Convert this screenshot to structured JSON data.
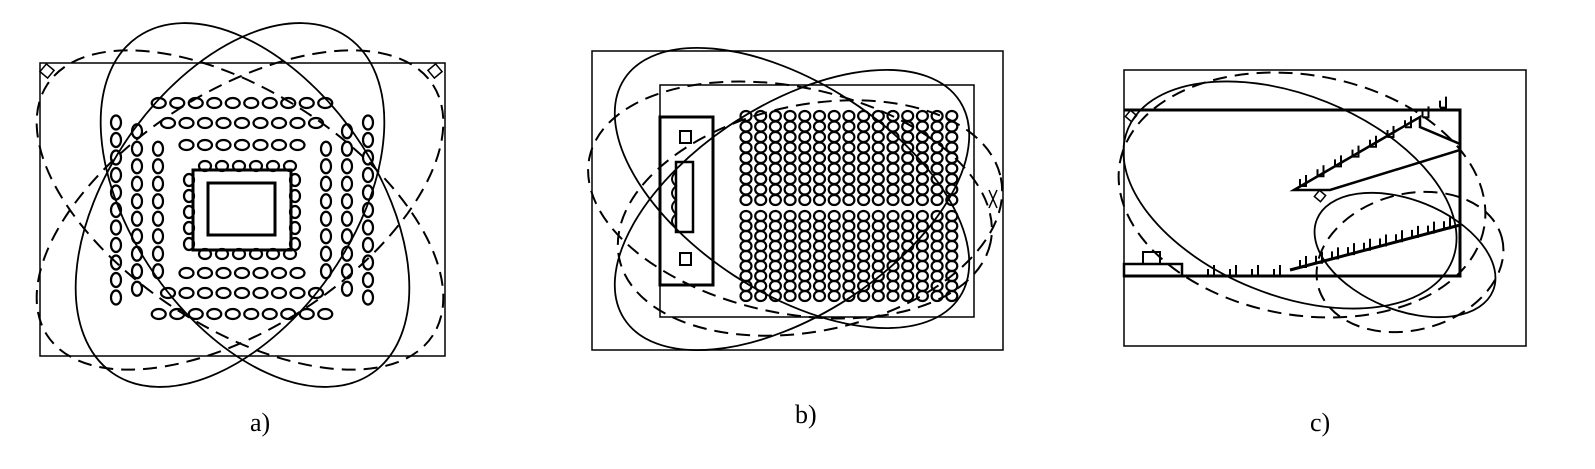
{
  "panels": [
    {
      "id": "a",
      "caption": "a)"
    },
    {
      "id": "b",
      "caption": "b)"
    },
    {
      "id": "c",
      "caption": "c)"
    }
  ],
  "stroke_color": "#000000",
  "background_color": "#ffffff"
}
